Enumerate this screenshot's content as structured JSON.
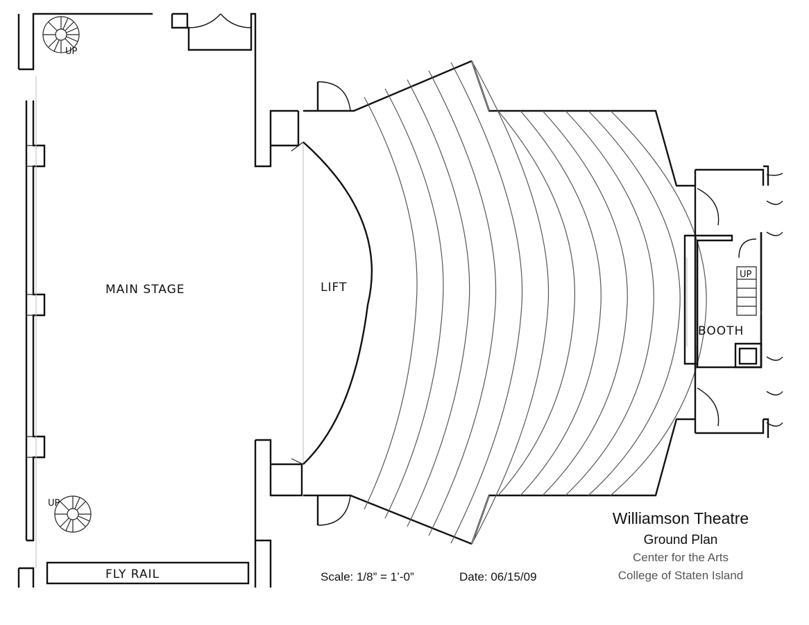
{
  "labels": {
    "main_stage": "MAIN STAGE",
    "lift": "LIFT",
    "fly_rail": "FLY RAIL",
    "booth": "BOOTH",
    "up": "UP"
  },
  "title_block": {
    "title": "Williamson Theatre",
    "subtitle": "Ground Plan",
    "org": "Center for the Arts",
    "college": "College of Staten Island",
    "scale": "Scale: 1/8” = 1’-0”",
    "date": "Date: 06/15/09"
  }
}
